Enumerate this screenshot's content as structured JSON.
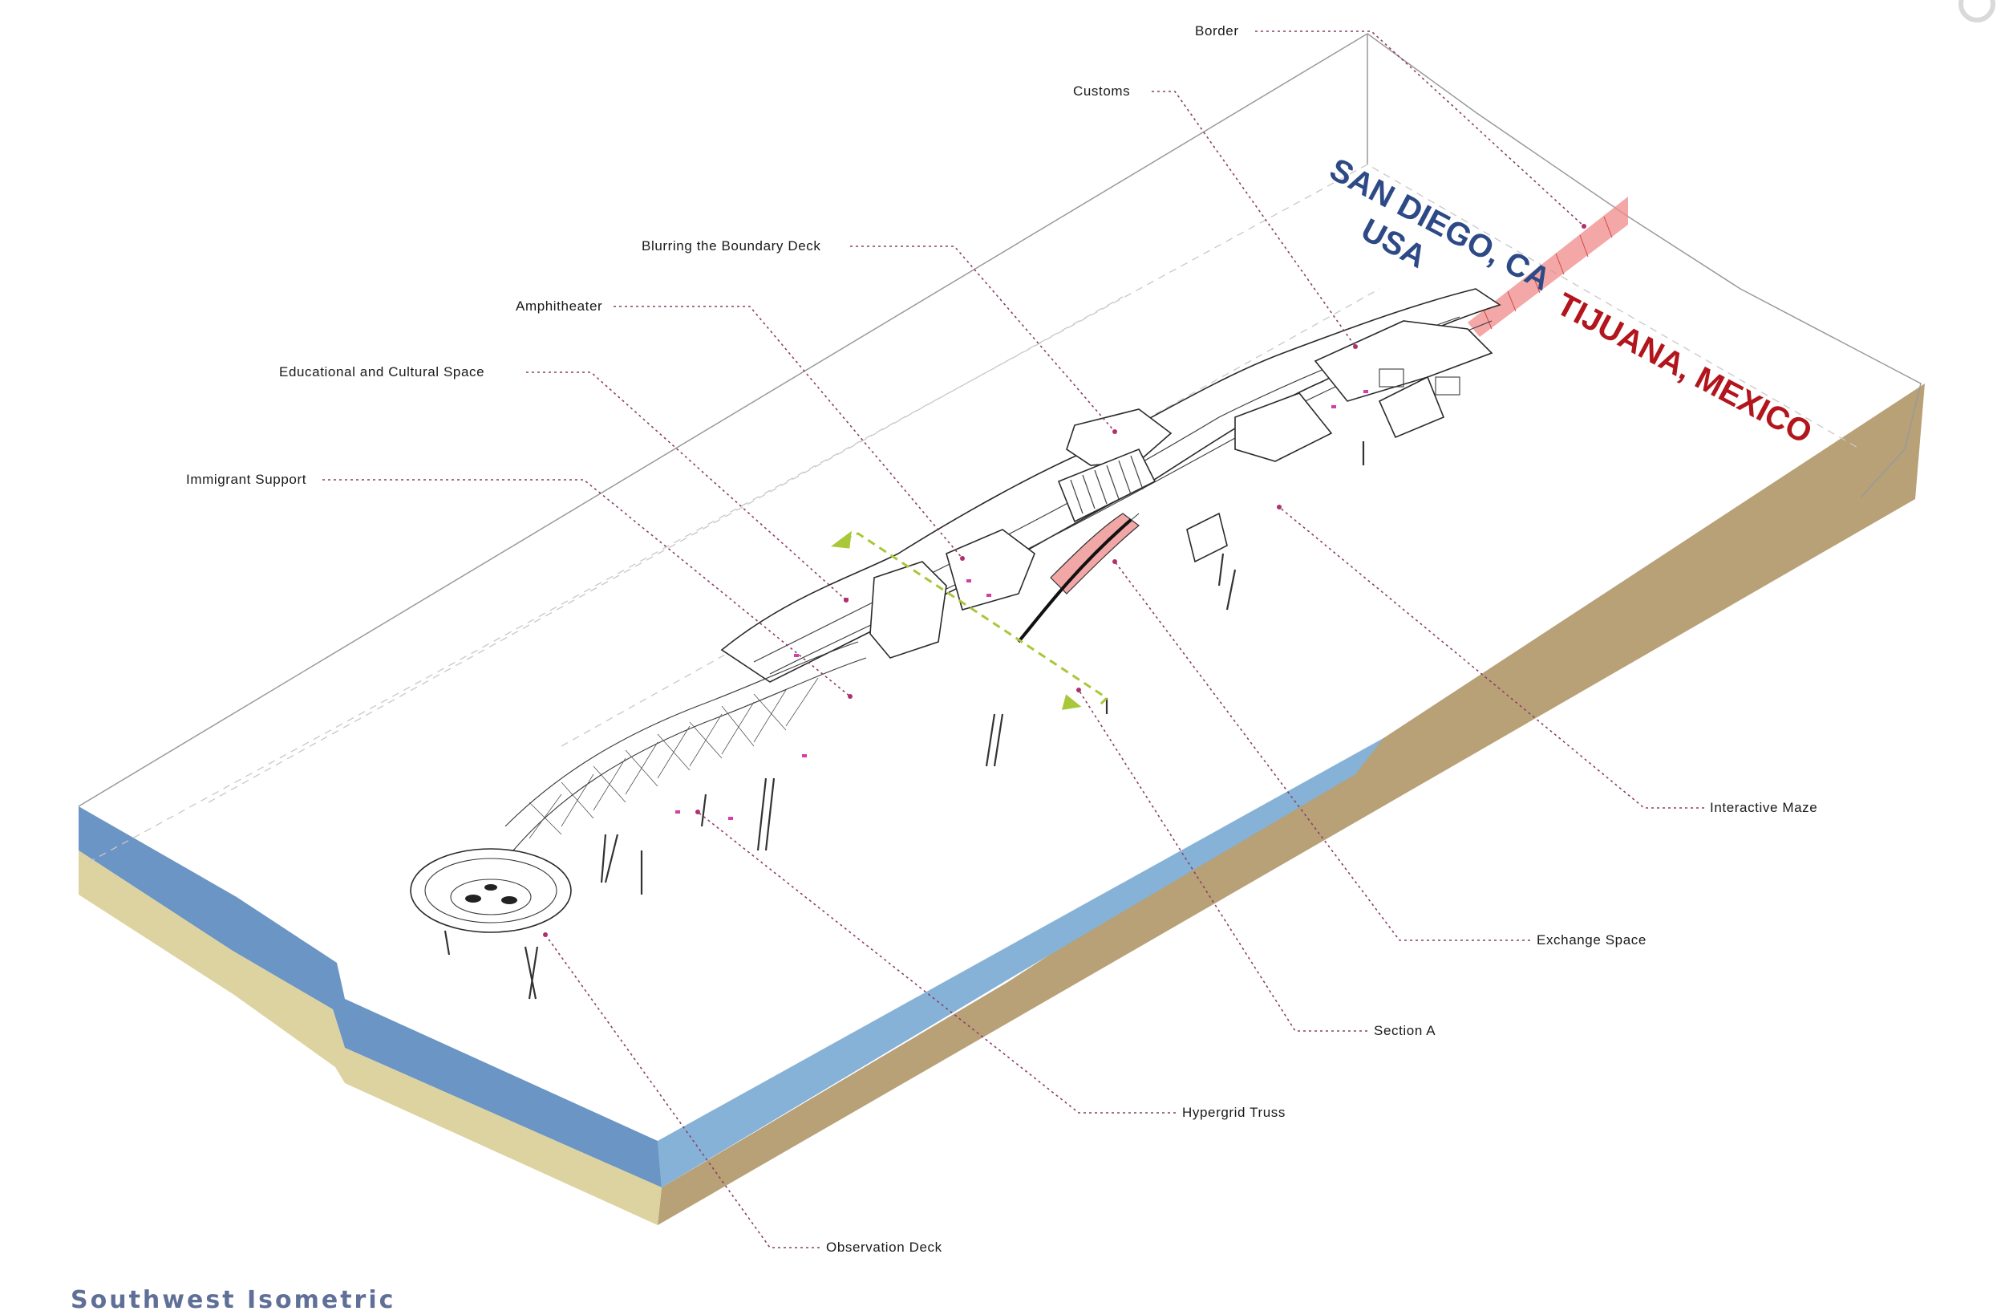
{
  "title": "Southwest Isometric",
  "places": {
    "usa_line1": "SAN DIEGO, CA",
    "usa_line2": "USA",
    "mexico": "TIJUANA, MEXICO"
  },
  "labels": {
    "border": "Border",
    "customs": "Customs",
    "blurring_deck": "Blurring the Boundary Deck",
    "amphitheater": "Amphitheater",
    "educational": "Educational and Cultural Space",
    "immigrant_support": "Immigrant Support",
    "interactive_maze": "Interactive Maze",
    "exchange_space": "Exchange Space",
    "section_a": "Section A",
    "hypergrid_truss": "Hypergrid Truss",
    "observation_deck": "Observation Deck"
  },
  "colors": {
    "ocean_top": "#6b95c4",
    "ocean_light": "#85b2d6",
    "sand_front": "#ddd3a0",
    "earth_side": "#b8a077",
    "border_wall": "#f08a8a",
    "leader": "#8c3f6a",
    "usa_text": "#2e4a86",
    "mexico_text": "#b3151c",
    "section_cut": "#a8c83a",
    "title": "#5f6f97"
  }
}
